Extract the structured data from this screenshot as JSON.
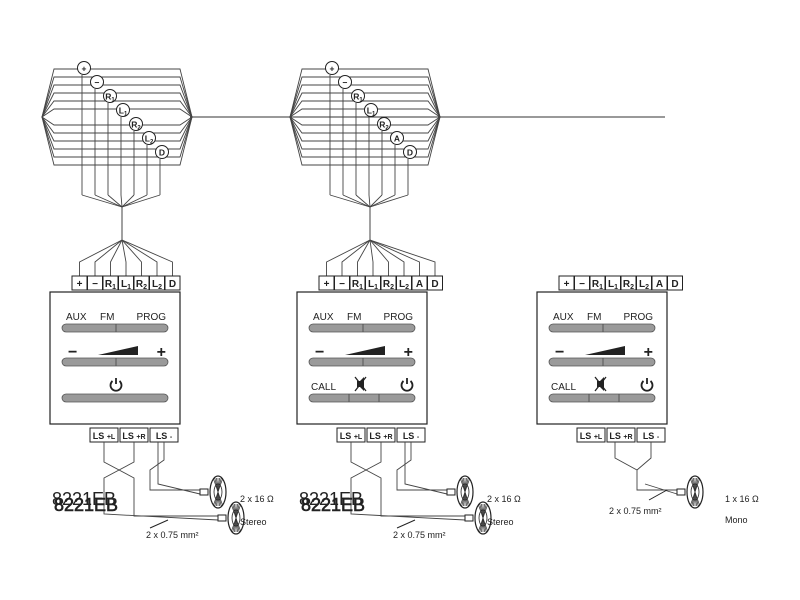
{
  "header_terminals": {
    "unit1": [
      "+",
      "−",
      "R1",
      "L1",
      "R2",
      "L2",
      "D"
    ],
    "unit2": [
      "+",
      "−",
      "R1",
      "L1",
      "R2",
      "A",
      "D"
    ]
  },
  "units": [
    {
      "terminals": [
        "+",
        "−",
        "R1",
        "L1",
        "R2",
        "L2",
        "D"
      ],
      "row1": {
        "left": "AUX",
        "mid": "FM",
        "right": "PROG"
      },
      "row2": {
        "left": "−",
        "right": "+"
      },
      "row3": {
        "left": "",
        "icon": "power-icon"
      },
      "outputs": [
        "LS +L",
        "LS +R",
        "LS -"
      ],
      "model": "8221EB",
      "spec": "2 x 16 Ω",
      "mode": "Stereo",
      "cable": "2 x 0.75 mm²"
    },
    {
      "terminals": [
        "+",
        "−",
        "R1",
        "L1",
        "R2",
        "L2",
        "A",
        "D"
      ],
      "row1": {
        "left": "AUX",
        "mid": "FM",
        "right": "PROG"
      },
      "row2": {
        "left": "−",
        "right": "+"
      },
      "row3": {
        "left": "CALL",
        "icon": "mute-icon"
      },
      "outputs": [
        "LS +L",
        "LS +R",
        "LS -"
      ],
      "model": "8221EB",
      "spec": "2 x 16 Ω",
      "mode": "Stereo",
      "cable": "2 x 0.75 mm²"
    },
    {
      "terminals": [
        "+",
        "−",
        "R1",
        "L1",
        "R2",
        "L2",
        "A",
        "D"
      ],
      "row1": {
        "left": "AUX",
        "mid": "FM",
        "right": "PROG"
      },
      "row2": {
        "left": "−",
        "right": "+"
      },
      "row3": {
        "left": "CALL",
        "icon": "mute-icon"
      },
      "outputs": [
        "LS +L",
        "LS +R",
        "LS -"
      ],
      "model": "",
      "spec": "1 x 16 Ω",
      "mode": "Mono",
      "cable": "2 x 0.75 mm²"
    }
  ]
}
